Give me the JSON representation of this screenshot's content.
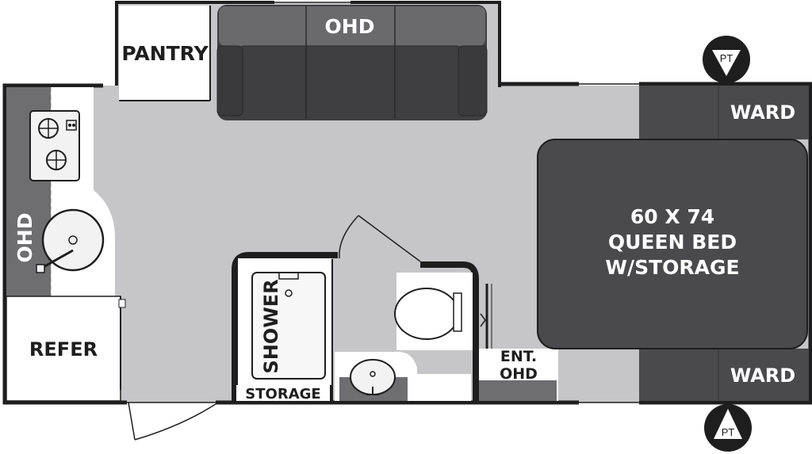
{
  "labels": {
    "pantry": "PANTRY",
    "ohd_top": "OHD",
    "ohd_left": "OHD",
    "refer": "REFER",
    "shower": "SHOWER",
    "storage": "STORAGE",
    "ent_ohd_line1": "ENT.",
    "ent_ohd_line2": "OHD",
    "bed_line1": "60 X 74",
    "bed_line2": "QUEEN BED",
    "bed_line3": "W/STORAGE",
    "ward_top": "WARD",
    "ward_bottom": "WARD",
    "pt_top": "PT",
    "pt_bottom": "PT"
  },
  "colors": {
    "wall": "#1e1e1e",
    "floor": "#c6c6c8",
    "dark_furniture": "#4a4a4c",
    "sofa": "#3f3f41",
    "sofa_cushion_top": "#6a6a6c",
    "counter_light": "#f2f2f2",
    "white": "#ffffff"
  }
}
